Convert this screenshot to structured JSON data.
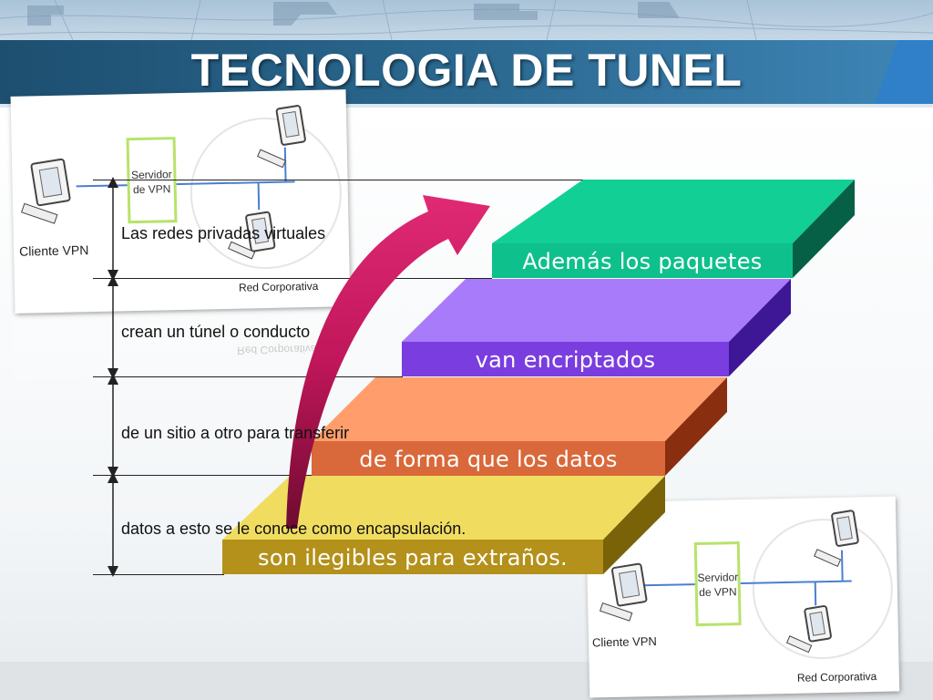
{
  "title": "TECNOLOGIA DE TUNEL",
  "network_diagram": {
    "client_label": "Cliente VPN",
    "server_label_line1": "Servidor",
    "server_label_line2": "de VPN",
    "corporate_label": "Red Corporativa"
  },
  "description_lines": [
    "Las redes privadas virtuales",
    "crean un túnel o conducto",
    "de un sitio a otro para transferir",
    "datos a esto se le conoce como encapsulación."
  ],
  "steps": [
    {
      "label": "Además los paquetes",
      "color": "#0ec08b"
    },
    {
      "label": "van encriptados",
      "color": "#7a3de0"
    },
    {
      "label": "de forma que los datos",
      "color": "#d9693a"
    },
    {
      "label": "son ilegibles para extraños.",
      "color": "#b3911a"
    }
  ],
  "colors": {
    "title_bar": "#2c6a92",
    "arrow": "#c0165a",
    "server_border": "#b7e36b"
  }
}
